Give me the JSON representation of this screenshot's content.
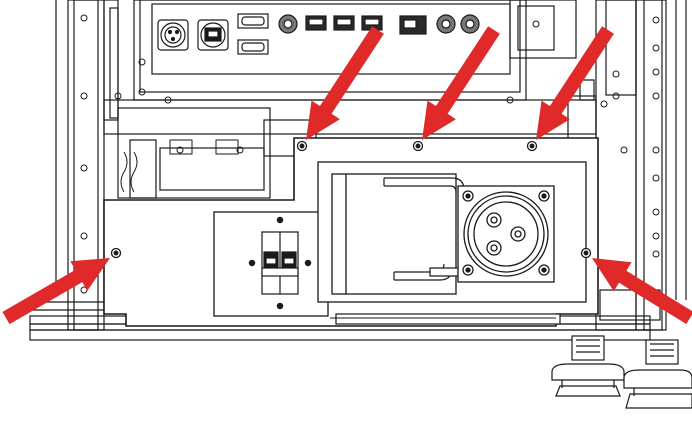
{
  "diagram": {
    "subject": "rear-panel-service-cover",
    "callout_color": "#e02a2a",
    "line_color": "#1a1a1a",
    "fill_color": "#ffffff",
    "screw_count": 5,
    "arrow_count": 5
  }
}
